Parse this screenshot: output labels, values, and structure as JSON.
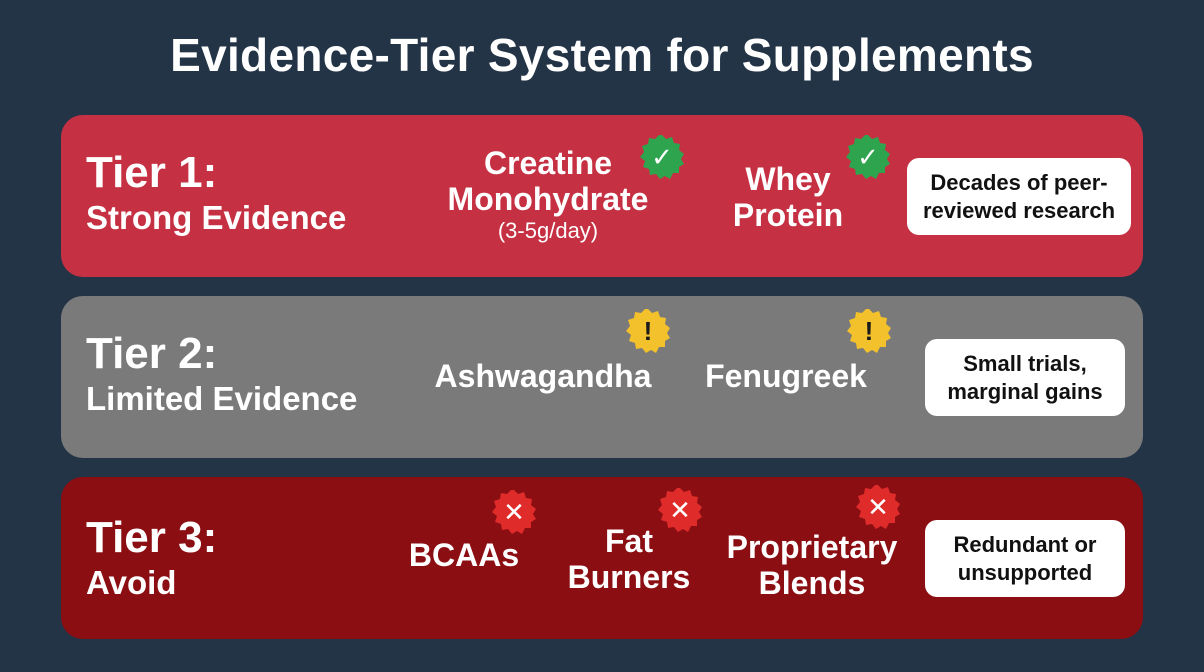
{
  "title": "Evidence-Tier System for Supplements",
  "colors": {
    "background": "#243447",
    "tier1": "#c53143",
    "tier2": "#7a7a7a",
    "tier3": "#8b0e13",
    "badge_check": "#2ea44f",
    "badge_warning": "#f3c12b",
    "badge_x": "#e02b2b"
  },
  "tiers": [
    {
      "label": "Tier 1:",
      "sublabel": "Strong Evidence",
      "items": [
        {
          "name_line1": "Creatine",
          "name_line2": "Monohydrate",
          "detail": "(3-5g/day)",
          "badge": "check-icon"
        },
        {
          "name_line1": "Whey",
          "name_line2": "Protein",
          "badge": "check-icon"
        }
      ],
      "note_line1": "Decades of peer-",
      "note_line2": "reviewed research"
    },
    {
      "label": "Tier 2:",
      "sublabel": "Limited Evidence",
      "items": [
        {
          "name_line1": "Ashwagandha",
          "badge": "warning-icon"
        },
        {
          "name_line1": "Fenugreek",
          "badge": "warning-icon"
        }
      ],
      "note_line1": "Small trials,",
      "note_line2": "marginal gains"
    },
    {
      "label": "Tier 3:",
      "sublabel": "Avoid",
      "items": [
        {
          "name_line1": "BCAAs",
          "badge": "x-icon"
        },
        {
          "name_line1": "Fat",
          "name_line2": "Burners",
          "badge": "x-icon"
        },
        {
          "name_line1": "Proprietary",
          "name_line2": "Blends",
          "badge": "x-icon"
        }
      ],
      "note_line1": "Redundant or",
      "note_line2": "unsupported"
    }
  ],
  "badges": {
    "check": "✓",
    "warning": "!",
    "x": "✕"
  }
}
